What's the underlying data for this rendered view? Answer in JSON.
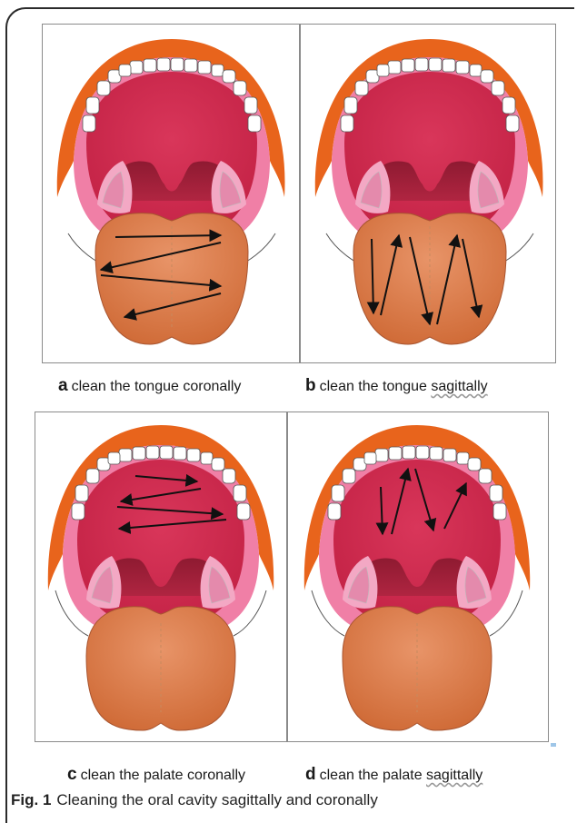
{
  "panels": [
    {
      "letter": "a",
      "text_before": "clean the tongue coronally",
      "text_squiggle": ""
    },
    {
      "letter": "b",
      "text_before": "clean the tongue ",
      "text_squiggle": "sagittally"
    },
    {
      "letter": "c",
      "text_before": "clean the palate coronally",
      "text_squiggle": ""
    },
    {
      "letter": "d",
      "text_before": "clean the palate ",
      "text_squiggle": "sagittally"
    }
  ],
  "figure": {
    "label": "Fig. 1",
    "caption": "Cleaning the oral cavity sagittally and coronally"
  },
  "colors": {
    "lip": "#e8641c",
    "gum": "#f07fa6",
    "mouth_interior": "#cc2f4e",
    "tongue": "#d9783e",
    "arrow": "#111111"
  }
}
